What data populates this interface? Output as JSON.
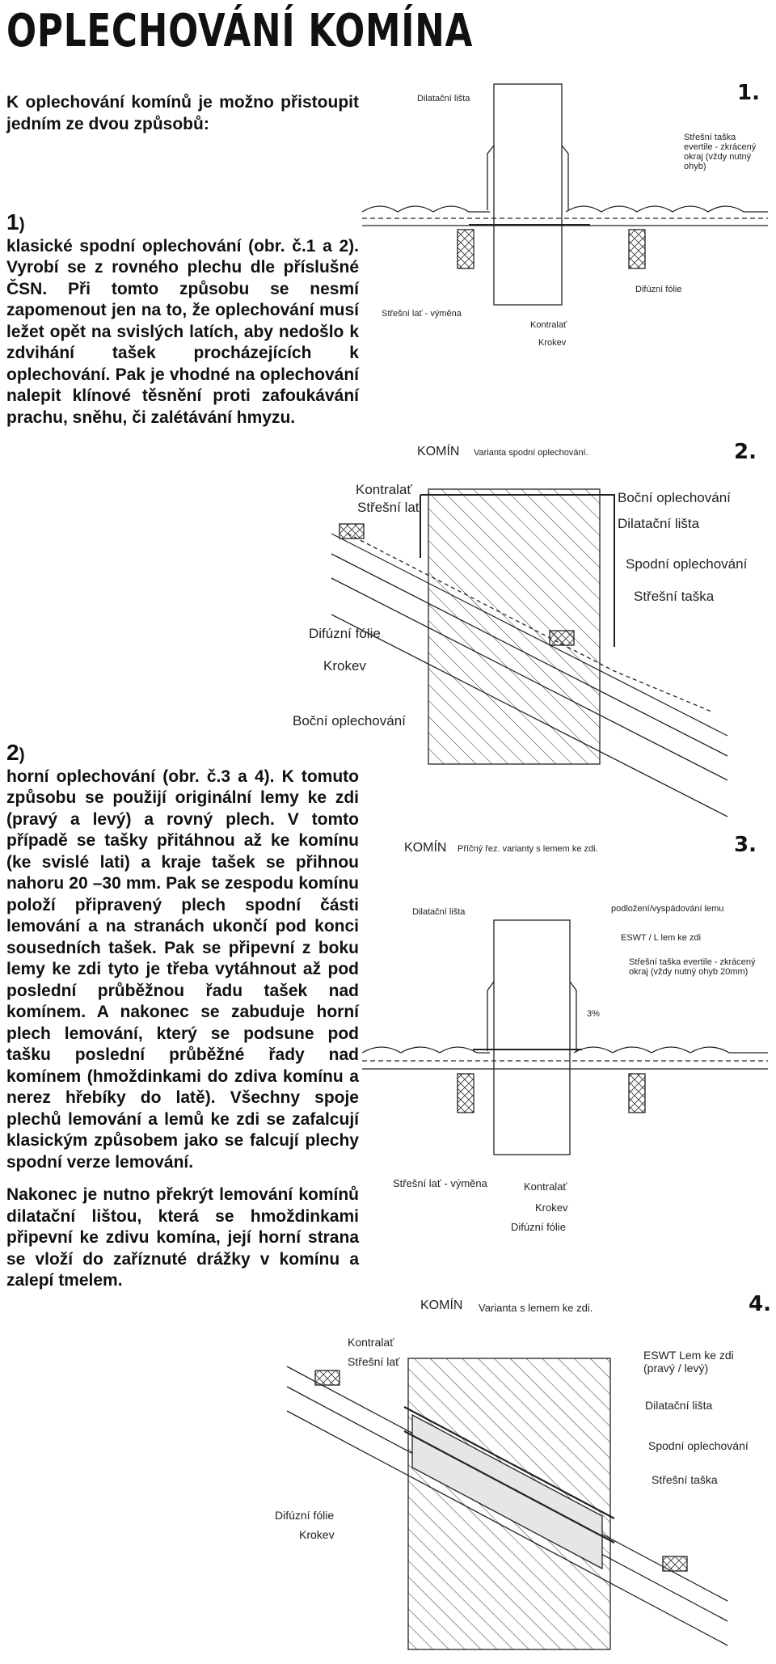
{
  "title": "OPLECHOVÁNÍ KOMÍNA",
  "intro": "K oplechování komínů je možno přistoupit jedním ze dvou způsobů:",
  "section1": {
    "num": "1",
    "text_pre": "klasické",
    "keyword": "spodní oplechování",
    "text": "(obr. č.1 a 2). Vyrobí se z rovného plechu dle příslušné ČSN. Při tomto způsobu se nesmí zapomenout jen na to, že oplechování musí ležet opět na svislých latích, aby nedošlo k zdvihání tašek procházejících k oplechování. Pak je vhodné na oplechování nalepit klínové těsnění proti zafoukávání prachu, sněhu, či zalétávání hmyzu."
  },
  "section2": {
    "num": "2",
    "keyword": "horní oplechování",
    "text": "(obr. č.3 a 4). K tomuto způsobu se použijí originální lemy ke zdi (pravý a levý) a rovný plech. V tomto případě se tašky přitáhnou až ke komínu (ke svislé lati) a kraje tašek se přihnou nahoru 20 –30 mm. Pak se zespodu komínu položí připravený plech spodní části lemování a na stranách ukončí pod konci sousedních tašek. Pak se připevní z boku lemy ke zdi tyto je třeba vytáhnout až pod poslední průběžnou řadu tašek nad komínem. A nakonec se zabuduje horní plech lemování, který se podsune pod tašku poslední průběžné řady nad komínem (hmoždinkami do zdiva komínu a nerez hřebíky do latě). Všechny spoje plechů lemování a lemů ke zdi se zafalcují klasickým způsobem jako se falcují plechy spodní verze lemování.",
    "text2": "Nakonec je nutno překrýt lemování komínů dilatační lištou, která se hmoždinkami připevní ke zdivu komína, její horní strana se vloží do zaříznuté drážky v komínu a zalepí tmelem."
  },
  "fig1": {
    "num": "1.",
    "labels": {
      "dilatacni_lista": "Dilatační lišta",
      "stresni_taska": "Střešní taška evertile - zkrácený okraj (vždy nutný ohyb)",
      "difuzni_folie": "Difúzní fólie",
      "stresni_lat": "Střešní lať - výměna",
      "kontralat": "Kontralať",
      "krokev": "Krokev"
    },
    "caption_main": "KOMÍN",
    "caption_sub": "Varianta spodní oplechování."
  },
  "fig2": {
    "num": "2.",
    "labels": {
      "kontralat": "Kontralať",
      "stresni_lat": "Střešní lať",
      "bocni_oplechovani": "Boční oplechování",
      "dilatacni_lista": "Dilatační lišta",
      "spodni_oplechovani": "Spodní oplechování",
      "stresni_taska": "Střešní taška",
      "difuzni_folie": "Difúzní fólie",
      "krokev": "Krokev",
      "bocni_oplechovani_2": "Boční oplechování"
    }
  },
  "fig3": {
    "num": "3.",
    "caption_main": "KOMÍN",
    "caption_sub": "Příčný řez. varianty s lemem ke zdi.",
    "labels": {
      "dilatacni_lista": "Dilatační lišta",
      "podlozeni": "podložení/vyspádování lemu",
      "eswt": "ESWT / L lem ke zdi",
      "stresni_taska": "Střešní taška evertile - zkrácený okraj (vždy nutný ohyb 20mm)",
      "sklon": "3%",
      "stresni_lat": "Střešní lať - výměna",
      "kontralat": "Kontralať",
      "krokev": "Krokev",
      "difuzni_folie": "Difúzní fólie"
    }
  },
  "fig4": {
    "num": "4.",
    "caption_main": "KOMÍN",
    "caption_sub": "Varianta s lemem ke zdi.",
    "labels": {
      "kontralat": "Kontralať",
      "stresni_lat": "Střešní lať",
      "eswt": "ESWT Lem ke zdi (pravý / levý)",
      "dilatacni_lista": "Dilatační lišta",
      "spodni_oplechovani": "Spodní oplechování",
      "stresni_taska": "Střešní taška",
      "difuzni_folie": "Difúzní fólie",
      "krokev": "Krokev"
    }
  }
}
